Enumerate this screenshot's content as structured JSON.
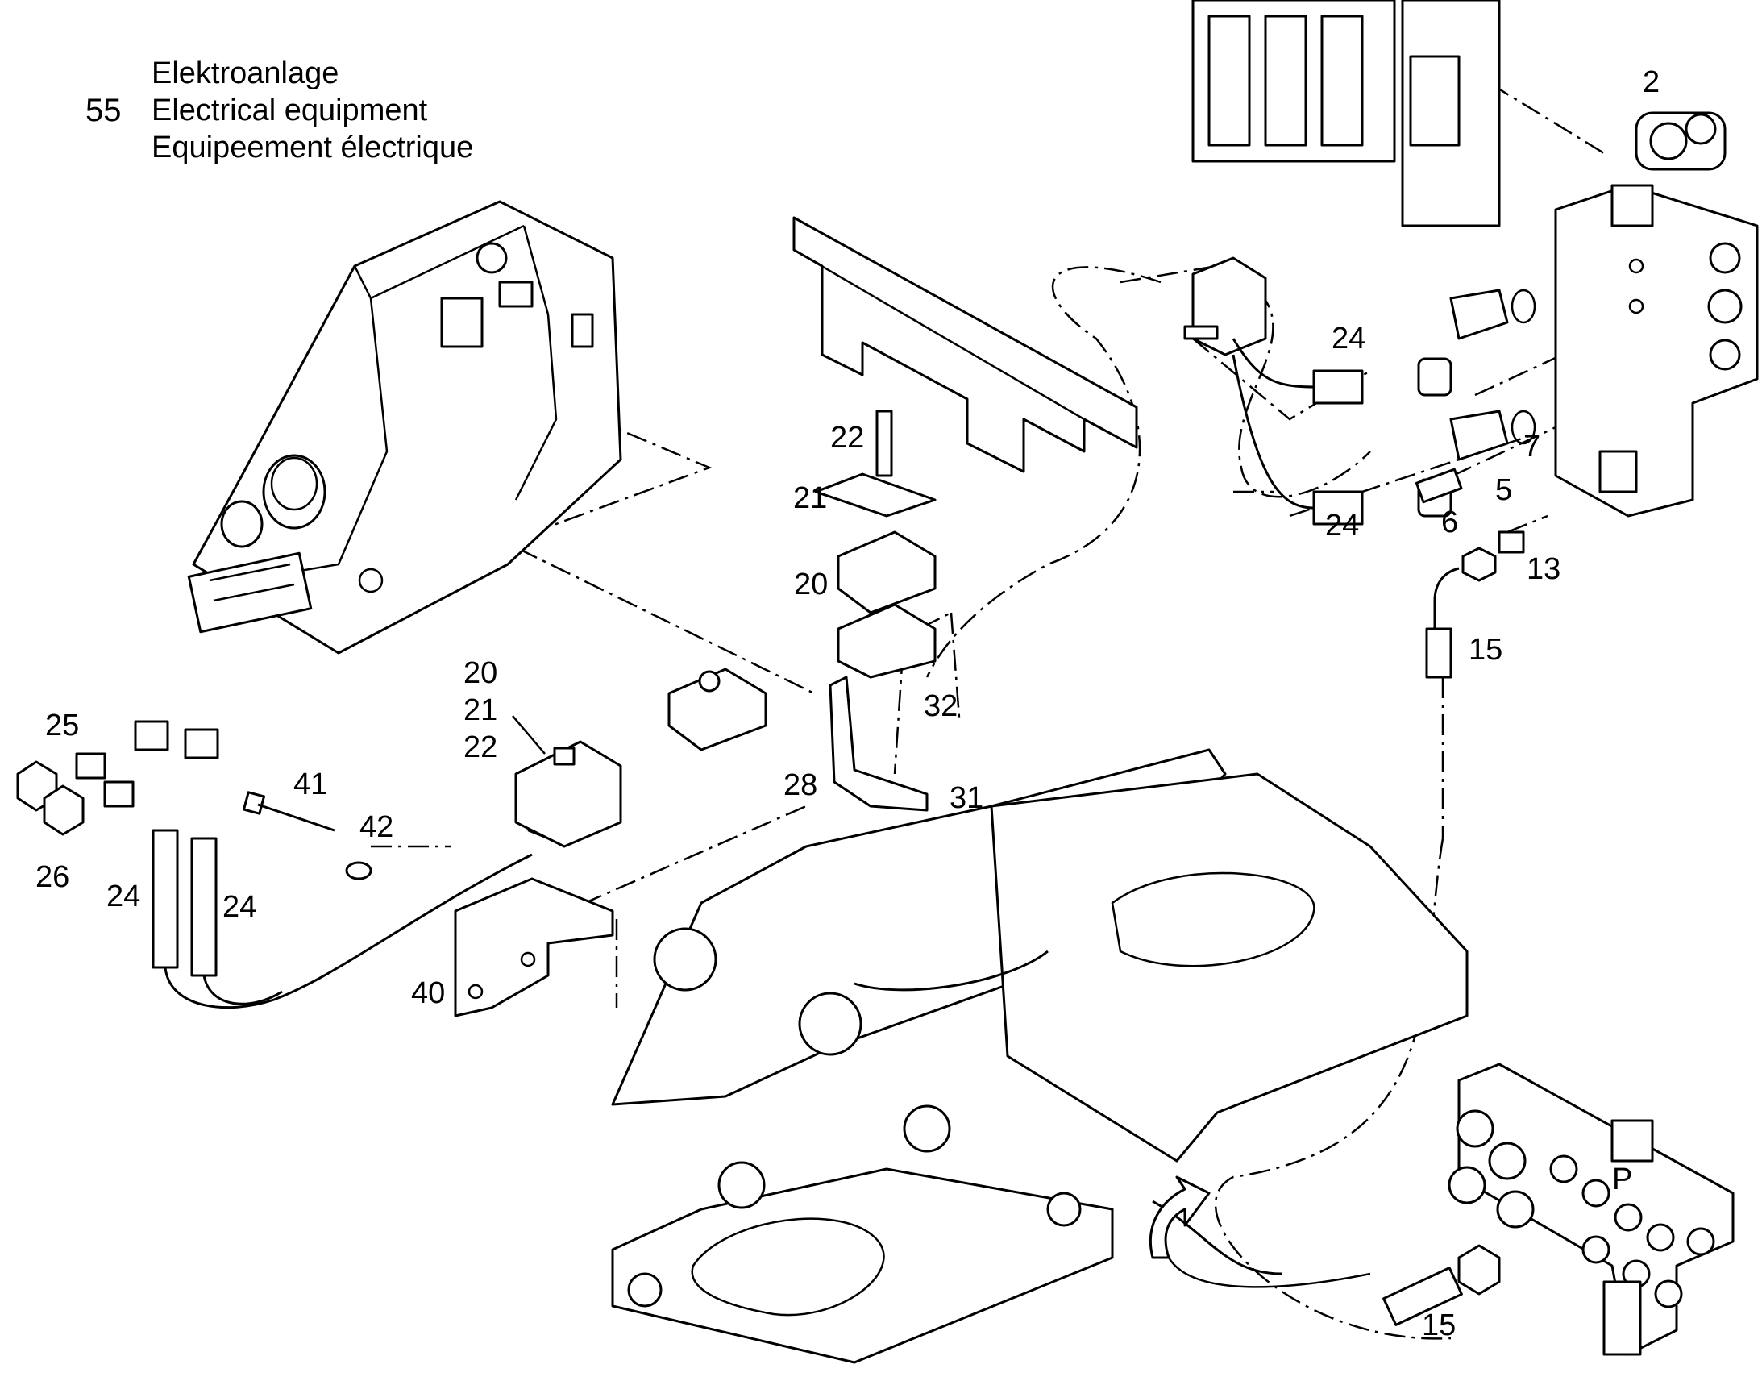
{
  "caption": {
    "section_number": "55",
    "lines": [
      "Elektroanlage",
      "Electrical equipment",
      "Equipeement électrique"
    ]
  },
  "callouts": [
    {
      "id": "c2",
      "text": "2"
    },
    {
      "id": "c5",
      "text": "5"
    },
    {
      "id": "c6",
      "text": "6"
    },
    {
      "id": "c7",
      "text": "7"
    },
    {
      "id": "c13",
      "text": "13"
    },
    {
      "id": "c15a",
      "text": "15"
    },
    {
      "id": "c15b",
      "text": "15"
    },
    {
      "id": "c20a",
      "text": "20"
    },
    {
      "id": "c20b",
      "text": "20"
    },
    {
      "id": "c21a",
      "text": "21"
    },
    {
      "id": "c21b",
      "text": "21"
    },
    {
      "id": "c22a",
      "text": "22"
    },
    {
      "id": "c22b",
      "text": "22"
    },
    {
      "id": "c24a",
      "text": "24"
    },
    {
      "id": "c24b",
      "text": "24"
    },
    {
      "id": "c24c",
      "text": "24"
    },
    {
      "id": "c24d",
      "text": "24"
    },
    {
      "id": "c25",
      "text": "25"
    },
    {
      "id": "c26",
      "text": "26"
    },
    {
      "id": "c28",
      "text": "28"
    },
    {
      "id": "c31",
      "text": "31"
    },
    {
      "id": "c32",
      "text": "32"
    },
    {
      "id": "c40",
      "text": "40"
    },
    {
      "id": "c41",
      "text": "41"
    },
    {
      "id": "c42",
      "text": "42"
    }
  ],
  "block_marking": "P"
}
